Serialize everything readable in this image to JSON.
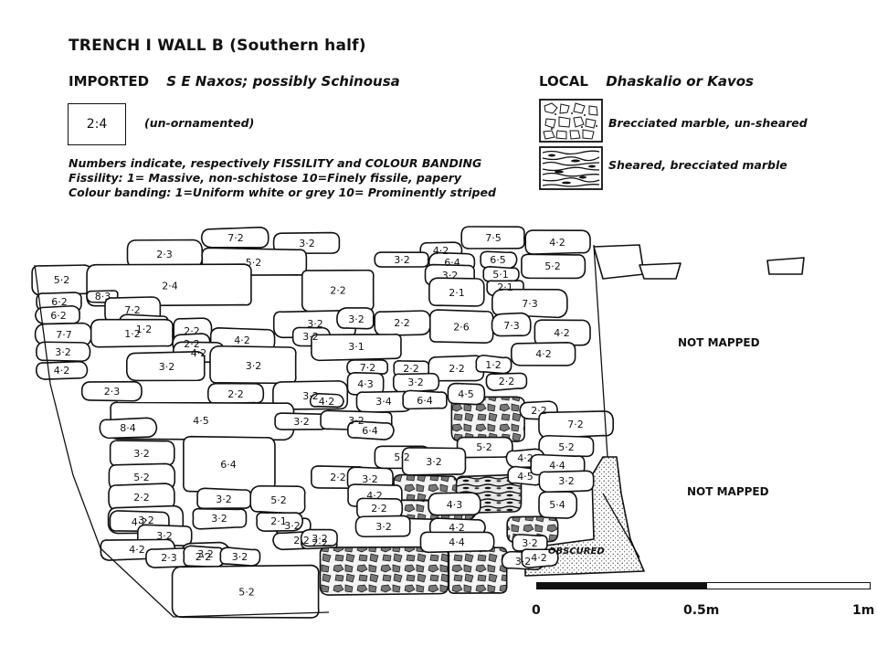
{
  "title": "TRENCH I  WALL B  (Southern half)",
  "imported": {
    "label": "IMPORTED",
    "source": "S E Naxos;  possibly Schinousa"
  },
  "sample_box": {
    "value": "2:4",
    "caption": "(un-ornamented)"
  },
  "notes": [
    "Numbers indicate, respectively FISSILITY and COLOUR BANDING",
    "Fissility: 1= Massive, non-schistose   10=Finely fissile, papery",
    "Colour banding: 1=Uniform white or grey   10= Prominently striped"
  ],
  "local": {
    "label": "LOCAL",
    "source": "Dhaskalio or Kavos"
  },
  "legend": [
    {
      "label": "Brecciated marble, un-sheared",
      "pattern": "brecciated"
    },
    {
      "label": "Sheared, brecciated marble",
      "pattern": "sheared"
    }
  ],
  "not_mapped": [
    "NOT MAPPED",
    "NOT MAPPED"
  ],
  "obscured": "OBSCURED",
  "scale": {
    "labels": [
      "0",
      "0.5m",
      "1m"
    ]
  },
  "stones": [
    "7·2",
    "3·2",
    "2·3",
    "5·2",
    "4·2",
    "7·5",
    "4·2",
    "3·2",
    "6·4",
    "6·5",
    "5·2",
    "2·4",
    "2·2",
    "3·2",
    "5·1",
    "2·1",
    "2·1",
    "8·3",
    "6·2",
    "7·2",
    "7·3",
    "6·2",
    "3·2",
    "1·2",
    "2·2",
    "3·2",
    "2·2",
    "2·6",
    "7·3",
    "4·2",
    "7·7",
    "1·2",
    "2·2",
    "4·2",
    "3·2",
    "3·1",
    "3·2",
    "4·2",
    "4·2",
    "4·2",
    "3·2",
    "3·2",
    "7·2",
    "2·2",
    "2·2",
    "1·2",
    "4·3",
    "3·2",
    "2·2",
    "2·3",
    "2·2",
    "3·2",
    "4·2",
    "3·4",
    "6·4",
    "4·5",
    "2·2",
    "4·5",
    "3·2",
    "3·2",
    "7·2",
    "8·4",
    "6·4",
    "5·2",
    "5·2",
    "4·2",
    "3·2",
    "6·4",
    "5·2",
    "3·2",
    "2·2",
    "4·5",
    "5·2",
    "4·4",
    "3·2",
    "2·2",
    "3·2",
    "3·2",
    "5·2",
    "4·2",
    "4·3",
    "3·2",
    "3·2",
    "2·2",
    "5·4",
    "4·2",
    "3·2",
    "3·2",
    "4·2",
    "3·2",
    "2·2",
    "4·4",
    "2·2",
    "4·2",
    "3·2",
    "2·3",
    "3·2",
    "2·2",
    "5·2",
    "3·2",
    "3·2",
    "2·1",
    "3·2",
    "4·2"
  ]
}
